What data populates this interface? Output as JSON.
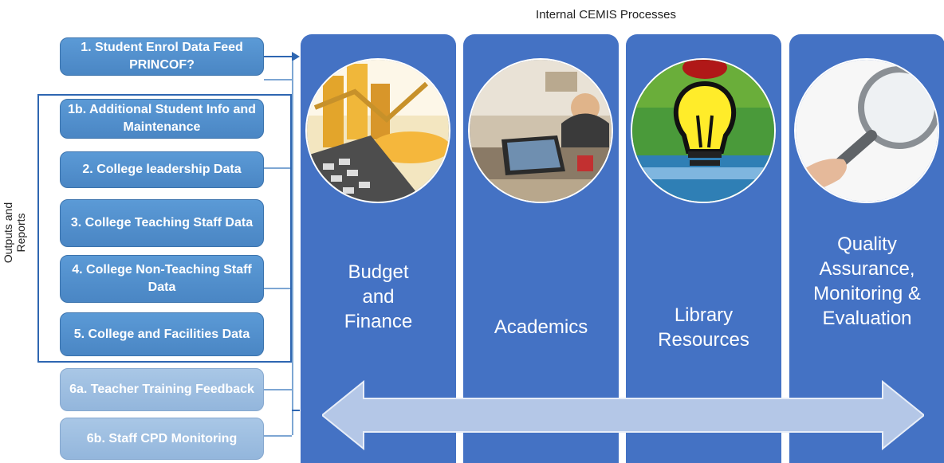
{
  "header": {
    "title": "Internal CEMIS Processes"
  },
  "side_label": "Outputs and Reports",
  "outputs": [
    {
      "text": "1.   Student Enrol Data Feed PRINCOF?",
      "style": "dark"
    },
    {
      "text": "1b. Additional Student Info and Maintenance",
      "style": "dark"
    },
    {
      "text": "2. College leadership Data",
      "style": "dark"
    },
    {
      "text": "3. College Teaching Staff Data",
      "style": "dark"
    },
    {
      "text": "4. College Non-Teaching Staff Data",
      "style": "dark"
    },
    {
      "text": "5. College and Facilities Data",
      "style": "dark"
    },
    {
      "text": "6a. Teacher Training Feedback",
      "style": "light"
    },
    {
      "text": "6b. Staff CPD Monitoring",
      "style": "light"
    }
  ],
  "processes": [
    {
      "label": "Budget and Finance",
      "image": "calculator-finance-image"
    },
    {
      "label": "Academics",
      "image": "classroom-laptop-image"
    },
    {
      "label": "Library Resources",
      "image": "light-bulb-image"
    },
    {
      "label": "Quality Assurance, Monitoring & Evaluation",
      "image": "magnifying-glass-image"
    }
  ],
  "colors": {
    "column_blue": "#4472c4",
    "output_dark": "#5b9ad6",
    "output_light": "#a9c7e6",
    "arrow": "#b4c7e7",
    "group_border": "#2e66b1"
  }
}
